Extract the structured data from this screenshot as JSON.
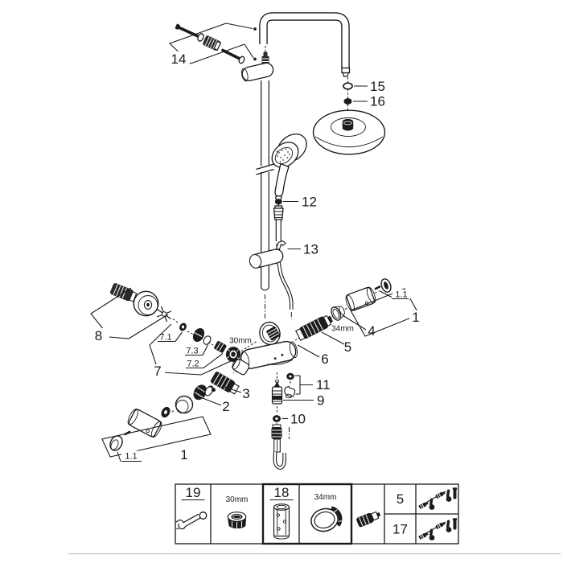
{
  "app": {
    "type": "exploded-parts-diagram",
    "product": "shower-system-with-bath-mixer"
  },
  "callouts": {
    "p1_left": "1",
    "p1_1_left": "1.1",
    "p2": "2",
    "p3": "3",
    "p4": "4",
    "p5": "5",
    "p6": "6",
    "p7": "7",
    "p7_1": "7.1",
    "p7_2": "7.2",
    "p7_3": "7.3",
    "p8": "8",
    "p9": "9",
    "p10": "10",
    "p11": "11",
    "p12": "12",
    "p13": "13",
    "p14": "14",
    "p15": "15",
    "p16": "16",
    "p1_right": "1",
    "p1_1_right": "1.1",
    "size_30mm": "30mm",
    "size_34mm": "34mm"
  },
  "legend": {
    "tool_19_label": "19",
    "nut_size_label": "30mm",
    "tool_18_label": "18",
    "ring_size_label": "34mm",
    "row_5_label": "5",
    "row_17_label": "17"
  },
  "icons": {
    "wrench": "open-end-wrench-icon",
    "nut_30mm": "hex-nut-icon",
    "socket_18": "socket-tool-icon",
    "ring_34mm": "ring-nut-icon",
    "cartridge": "cartridge-icon",
    "fixing_set": "screws-and-grease-icon"
  },
  "colors": {
    "line": "#1a1a1a",
    "part_fill_dark": "#1c1c1c",
    "background": "#ffffff",
    "footer_rule": "#c9c9c9"
  }
}
